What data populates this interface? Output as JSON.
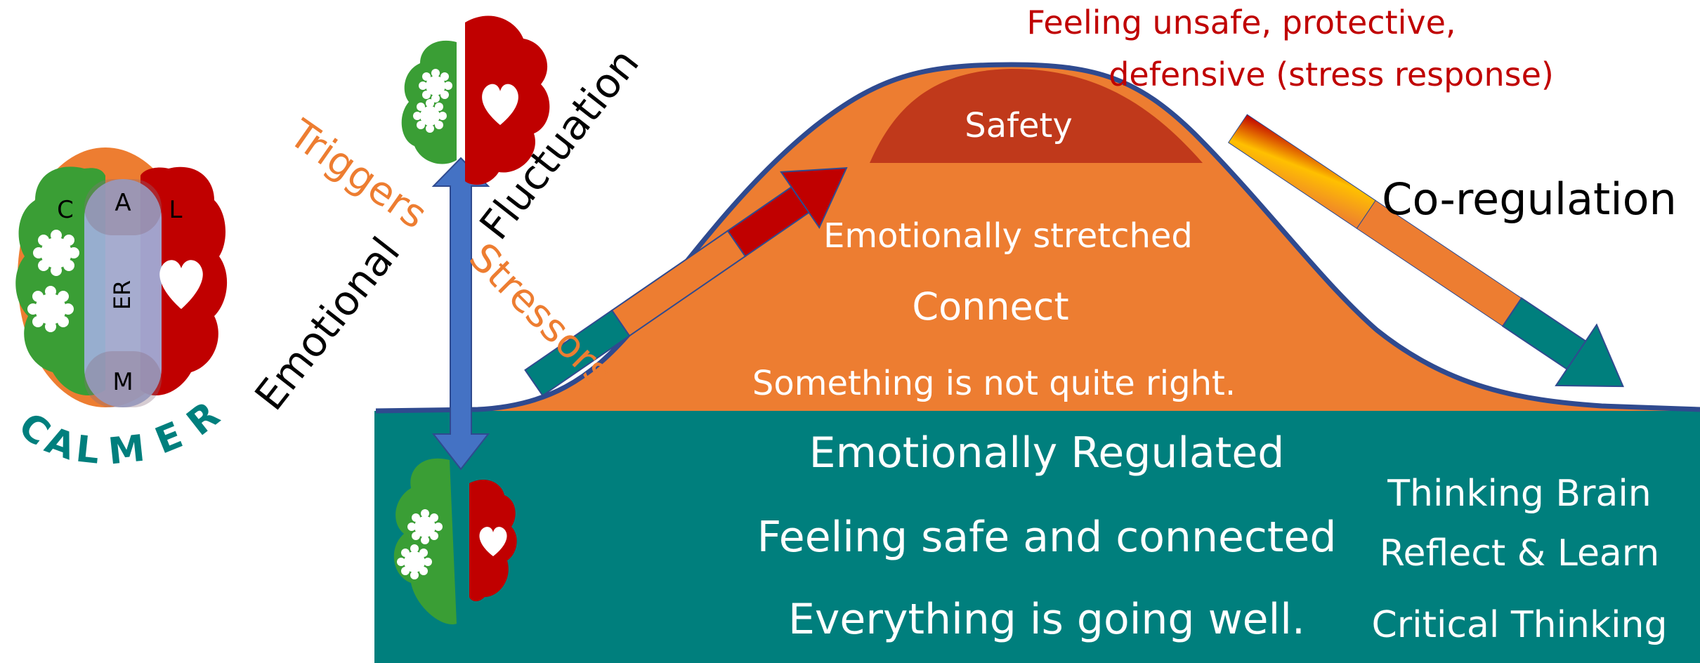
{
  "calmer": {
    "letters": {
      "c": "C",
      "a": "A",
      "l": "L",
      "er": "ER",
      "m": "M"
    },
    "arc_letters": [
      "C",
      "A",
      "L",
      "M",
      "E",
      "R"
    ]
  },
  "left_labels": {
    "triggers": "Triggers",
    "stressors": "Stressors",
    "emotional": "Emotional",
    "fluctuation": "Fluctuation"
  },
  "top_right": {
    "line1": "Feeling unsafe, protective,",
    "line2": "defensive (stress response)"
  },
  "co_regulation": "Co-regulation",
  "curve": {
    "peak": "Safety",
    "orange": [
      "Emotionally stretched",
      "Connect",
      "Something is not quite right."
    ]
  },
  "base": {
    "main": [
      "Emotionally Regulated",
      "Feeling safe and connected",
      "Everything is going well."
    ],
    "side": [
      "Thinking Brain",
      "Reflect & Learn",
      "Critical Thinking"
    ]
  },
  "colors": {
    "teal": "#007F7D",
    "orange": "#ED7D31",
    "dark_orange": "#C0391B",
    "red": "#C00000",
    "green": "#3A9E35",
    "blue": "#4472C4",
    "navy": "#2F4A8F",
    "lavender": "#9FB0DC"
  }
}
